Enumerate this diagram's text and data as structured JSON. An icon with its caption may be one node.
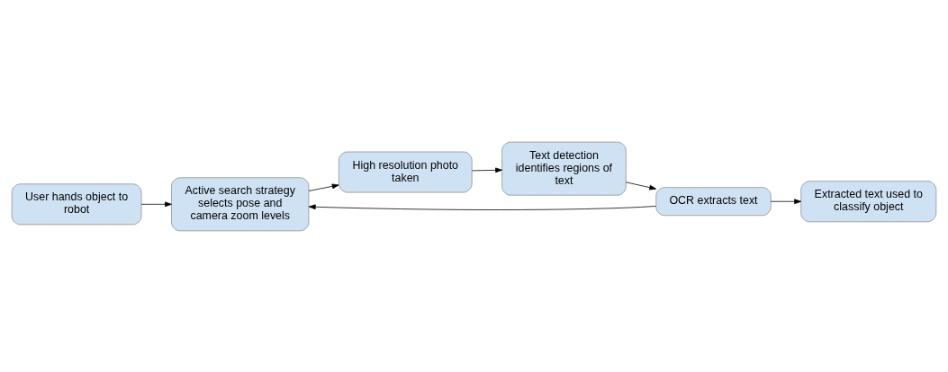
{
  "diagram": {
    "nodes": [
      {
        "text": [
          "User hands object to robot"
        ]
      },
      {
        "text": [
          "Active search strategy selects pose and camera zoom levels"
        ]
      },
      {
        "text": [
          "High resolution photo taken"
        ]
      },
      {
        "text": [
          "Text detection identifies regions of text"
        ]
      },
      {
        "text": [
          "OCR extracts text"
        ]
      },
      {
        "text": [
          "Extracted text used to classify object"
        ]
      }
    ],
    "edges": [
      {
        "from": 0,
        "to": 1,
        "arrow": "to"
      },
      {
        "from": 1,
        "to": 2,
        "arrow": "to"
      },
      {
        "from": 2,
        "to": 3,
        "arrow": "to"
      },
      {
        "from": 3,
        "to": 4,
        "arrow": "to"
      },
      {
        "from": 4,
        "to": 1,
        "arrow": "to"
      },
      {
        "from": 4,
        "to": 5,
        "arrow": "to"
      }
    ]
  }
}
